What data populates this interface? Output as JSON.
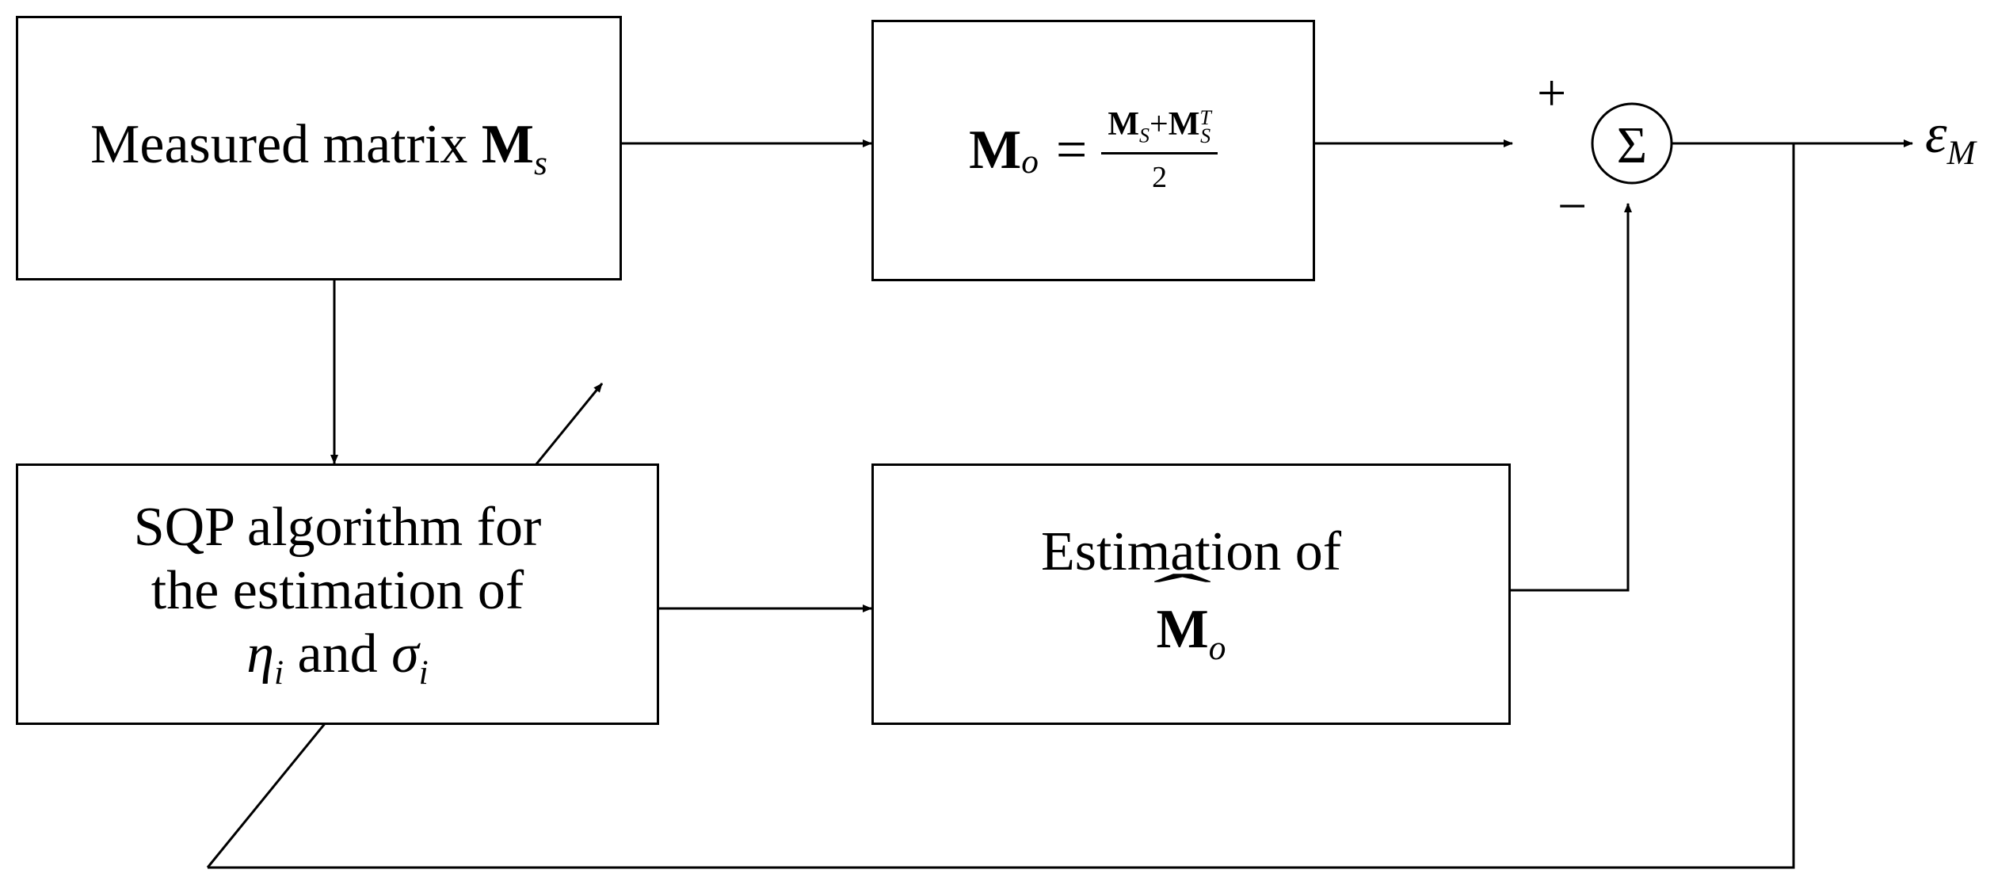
{
  "blocks": {
    "measured": {
      "text": "Measured  matrix ",
      "sym": "M",
      "sub": "s"
    },
    "mo": {
      "lhs": "M",
      "lhs_sub": "o",
      "eq": "=",
      "num_a": "M",
      "num_a_sub": "S",
      "plus": "+",
      "num_b": "M",
      "num_b_sub": "S",
      "num_b_sup": "T",
      "den": "2"
    },
    "sqp": {
      "line1": "SQP algorithm for",
      "line2": "the estimation of",
      "eta": "η",
      "eta_sub": "i",
      "and": " and ",
      "sigma": "σ",
      "sigma_sub": "i"
    },
    "estimation": {
      "line1": "Estimation of",
      "sym": "M",
      "sym_sub": "o"
    }
  },
  "sum": {
    "symbol": "Σ",
    "plus": "+",
    "minus": "−"
  },
  "output": {
    "sym": "ε",
    "sub": "M"
  },
  "colors": {
    "line": "#000000",
    "background": "#ffffff"
  }
}
